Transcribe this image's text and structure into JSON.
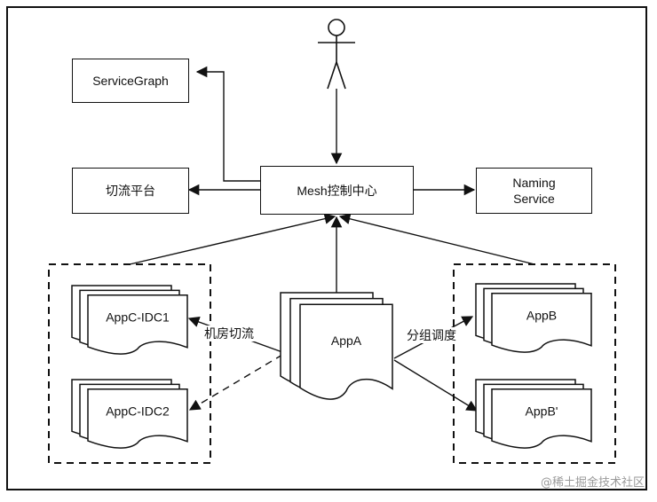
{
  "nodes": {
    "service_graph": "ServiceGraph",
    "switch_platform": "切流平台",
    "mesh_control": "Mesh控制中心",
    "naming_service_line1": "Naming",
    "naming_service_line2": "Service",
    "appc_idc1": "AppC-IDC1",
    "appc_idc2": "AppC-IDC2",
    "appa": "AppA",
    "appb": "AppB",
    "appb_prime": "AppB'"
  },
  "edges": {
    "datacenter_switch": "机房切流",
    "group_dispatch": "分组调度"
  },
  "watermark": "@稀土掘金技术社区"
}
